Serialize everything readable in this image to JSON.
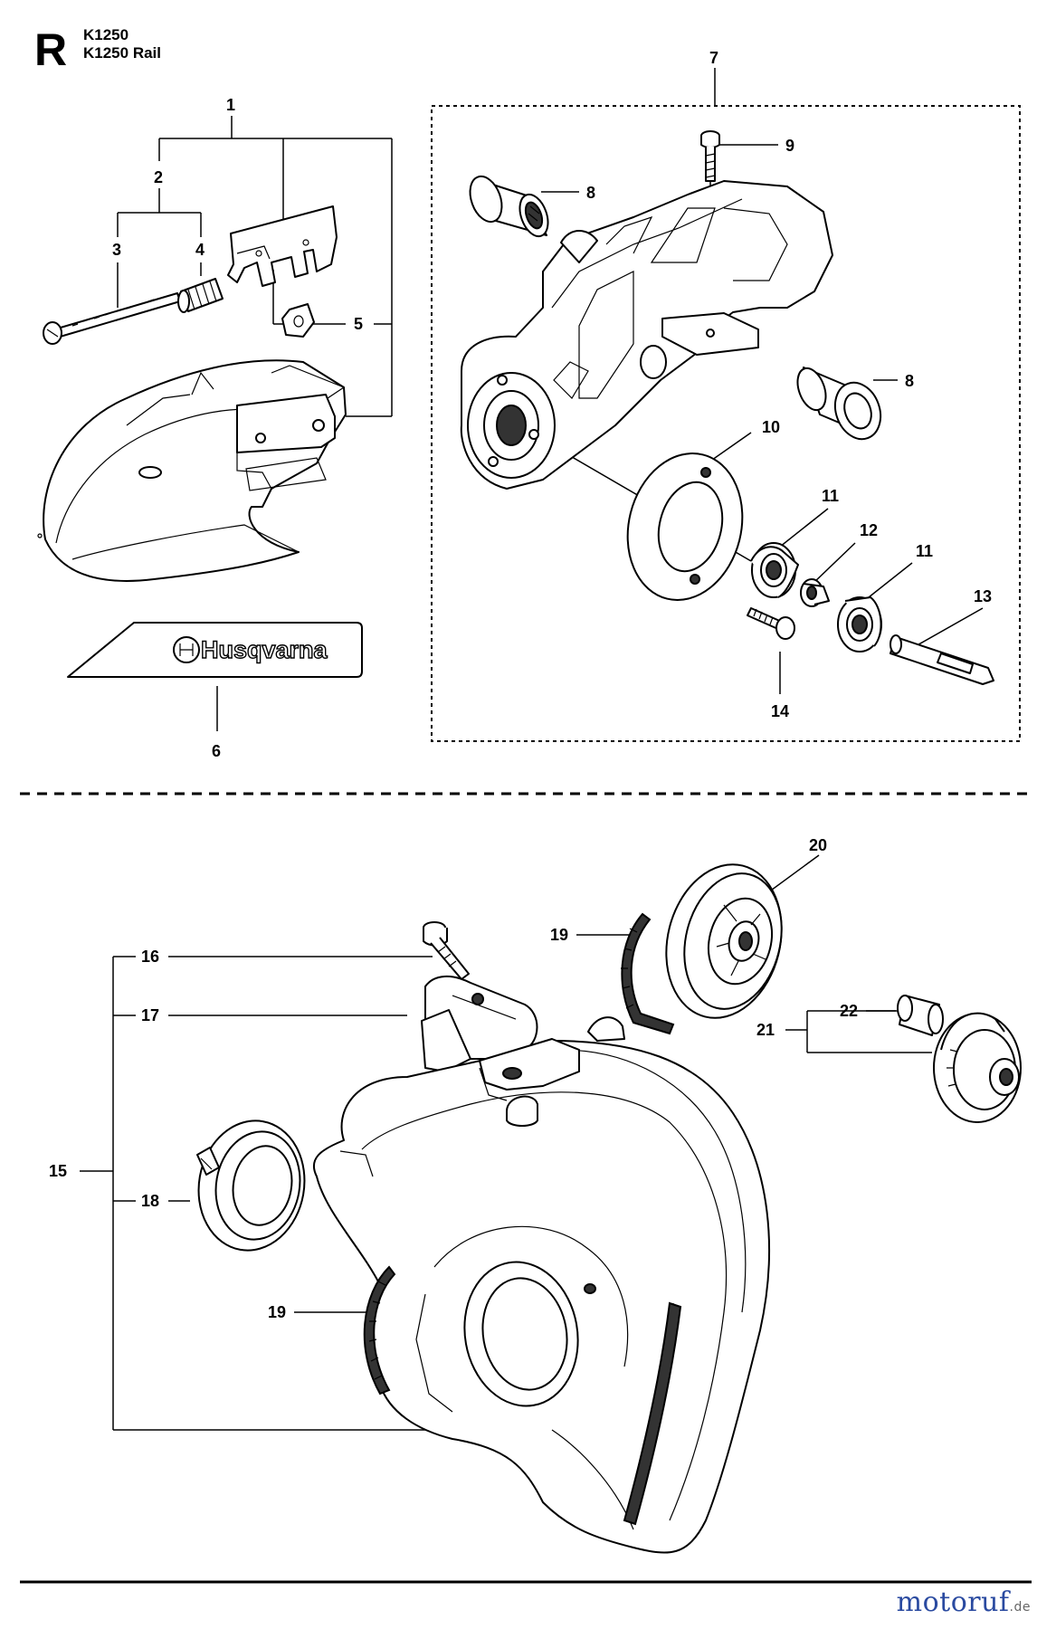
{
  "header": {
    "section_letter": "R",
    "models": [
      "K1250",
      "K1250 Rail"
    ]
  },
  "brand_decal_text": "Husqvarna",
  "watermark": {
    "name": "motoruf",
    "suffix": ".de",
    "colors": [
      "#2a4aa0",
      "#d4a017",
      "#2a4aa0"
    ]
  },
  "callouts": [
    "1",
    "2",
    "3",
    "4",
    "5",
    "6",
    "7",
    "8",
    "8",
    "9",
    "10",
    "11",
    "11",
    "12",
    "13",
    "14",
    "15",
    "16",
    "17",
    "18",
    "19",
    "19",
    "20",
    "21",
    "22"
  ]
}
